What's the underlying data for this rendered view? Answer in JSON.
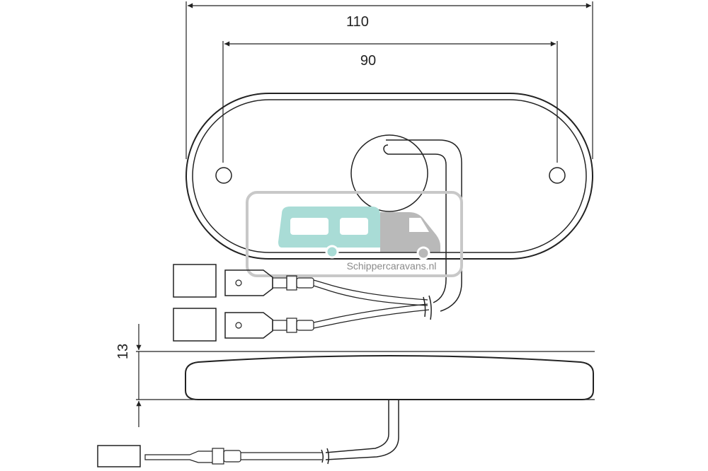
{
  "dimensions": {
    "overall_width": "110",
    "hole_spacing": "90",
    "height": "13"
  },
  "watermark": {
    "text": "Schippercaravans.nl",
    "colors": {
      "caravan": "#a9dcd6",
      "van": "#b9b9b9",
      "frame": "#c8c8c8"
    }
  },
  "colors": {
    "line": "#222222",
    "background": "#ffffff"
  }
}
